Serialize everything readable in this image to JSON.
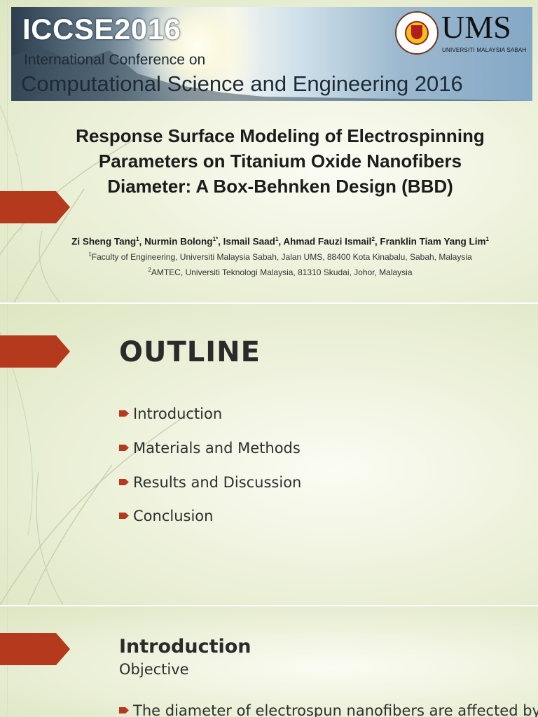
{
  "banner": {
    "conference_code": "ICCSE2016",
    "line1": "International Conference on",
    "line2": "Computational Science and Engineering 2016",
    "logo_text": "UMS",
    "university_name": "UNIVERSITI MALAYSIA SABAH"
  },
  "slide1": {
    "title_line1": "Response Surface Modeling of Electrospinning",
    "title_line2": "Parameters on Titanium Oxide Nanofibers",
    "title_line3": "Diameter: A Box-Behnken Design (BBD)",
    "authors": [
      {
        "name": "Zi Sheng Tang",
        "sup": "1"
      },
      {
        "name": "Nurmin Bolong",
        "sup": "1*"
      },
      {
        "name": "Ismail Saad",
        "sup": "1"
      },
      {
        "name": "Ahmad Fauzi Ismail",
        "sup": "2"
      },
      {
        "name": "Franklin Tiam Yang Lim",
        "sup": "1"
      }
    ],
    "affiliations": [
      {
        "sup": "1",
        "text": "Faculty of Engineering, Universiti Malaysia Sabah, Jalan UMS, 88400 Kota Kinabalu, Sabah, Malaysia"
      },
      {
        "sup": "2",
        "text": "AMTEC, Universiti Teknologi Malaysia, 81310 Skudai, Johor, Malaysia"
      }
    ]
  },
  "slide2": {
    "title": "OUTLINE",
    "bullets": [
      "Introduction",
      "Materials and Methods",
      "Results and Discussion",
      "Conclusion"
    ]
  },
  "slide3": {
    "title": "Introduction",
    "subtitle": "Objective",
    "bullet1": "The diameter of electrospun nanofibers are affected by"
  },
  "colors": {
    "accent": "#b5391d",
    "background": "#eef2dc",
    "text": "#1c1c1c"
  }
}
